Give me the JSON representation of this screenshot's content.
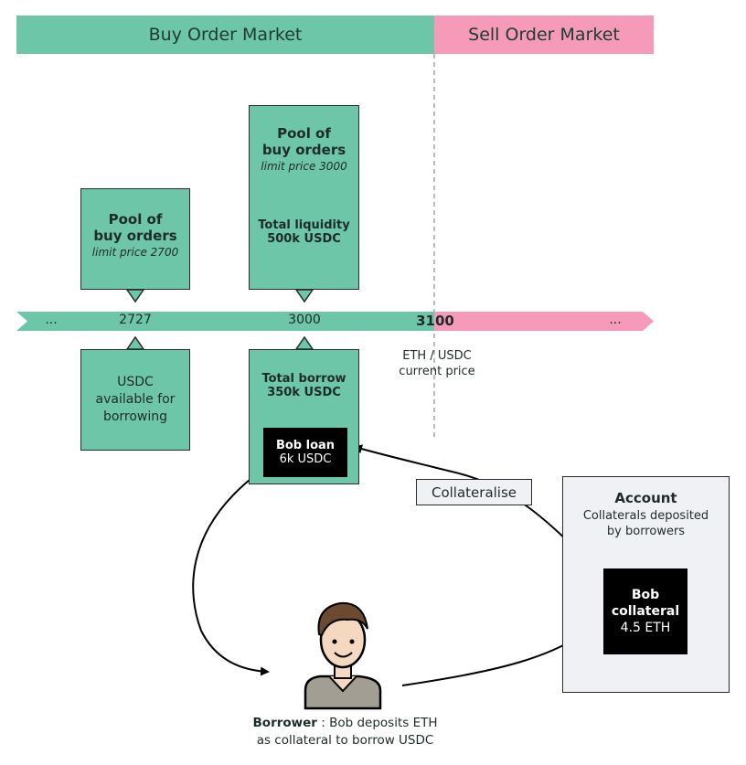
{
  "markets": {
    "buy": "Buy Order Market",
    "sell": "Sell Order Market"
  },
  "pool_2700": {
    "line1": "Pool of",
    "line2": "buy orders",
    "limit": "limit price 2700"
  },
  "pool_3000": {
    "line1": "Pool of",
    "line2": "buy orders",
    "limit": "limit price 3000",
    "liq1": "Total liquidity",
    "liq2": "500k USDC"
  },
  "axis": {
    "left_dots": "...",
    "t1": "2727",
    "t2": "3000",
    "current": "3100",
    "right_dots": "..."
  },
  "pair": {
    "line1": "ETH / USDC",
    "line2": "current price"
  },
  "usdc_box": {
    "line1": "USDC",
    "line2": "available for",
    "line3": "borrowing"
  },
  "borrow_box": {
    "line1": "Total borrow",
    "line2": "350k USDC"
  },
  "bob_loan": {
    "line1": "Bob loan",
    "line2": "6k USDC"
  },
  "collateralise": "Collateralise",
  "account": {
    "title": "Account",
    "sub1": "Collaterals deposited",
    "sub2": "by borrowers"
  },
  "bob_collateral": {
    "line1": "Bob",
    "line2": "collateral",
    "line3": "4.5 ETH"
  },
  "borrower": {
    "label": "Borrower",
    "text1": " : Bob deposits ETH",
    "text2": "as collateral to borrow USDC"
  },
  "colors": {
    "green": "#6dc6a7",
    "pink": "#f59ab9",
    "account_bg": "#f0f1f5"
  }
}
